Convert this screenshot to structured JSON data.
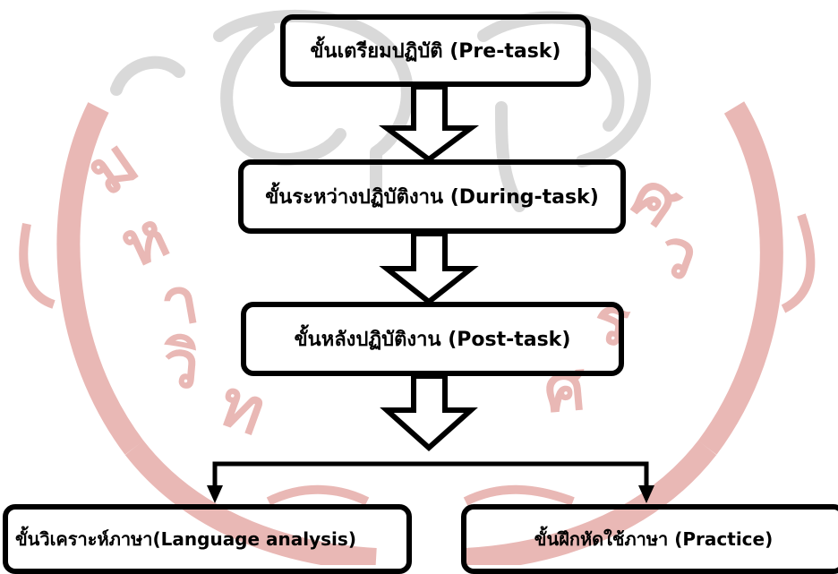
{
  "diagram": {
    "stages": {
      "pre": "ขั้นเตรียมปฏิบัติ (Pre-task)",
      "during": "ขั้นระหว่างปฏิบัติงาน (During-task)",
      "post": "ขั้นหลังปฏิบัติงาน (Post-task)",
      "analysis": "ขั้นวิเคราะห์ภาษา(Language analysis)",
      "practice": "ขั้นฝึกหัดใช้ภาษา (Practice)"
    },
    "colors": {
      "box_border": "#000000",
      "arrow_fill": "#ffffff",
      "arrow_stroke": "#000000",
      "watermark_red": "#e9b8b5",
      "watermark_grey": "#d9d9d9"
    },
    "icons": {
      "watermark": "university-seal-watermark"
    }
  }
}
